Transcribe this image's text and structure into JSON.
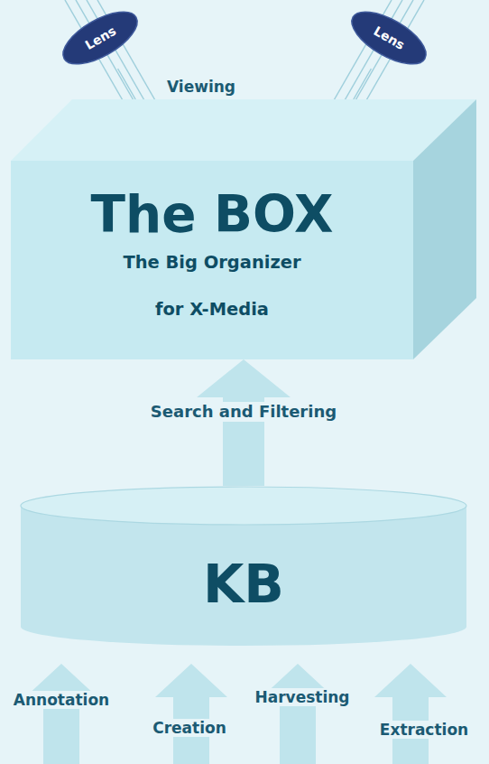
{
  "diagram": {
    "nodes": [
      {
        "text": [
          "Lens"
        ]
      },
      {
        "text": [
          "Lens"
        ]
      },
      {
        "text": [
          "The BOX",
          "The Big Organizer",
          "for X-Media"
        ]
      },
      {
        "text": [
          "KB"
        ]
      }
    ],
    "edges": [
      {
        "from": 0,
        "to": 2,
        "arrow": "none"
      },
      {
        "from": 1,
        "to": 2,
        "arrow": "none"
      },
      {
        "from": 3,
        "to": 2,
        "arrow": "to",
        "label": "Search and Filtering"
      }
    ],
    "labels": [
      "Viewing",
      "Annotation",
      "Creation",
      "Harvesting",
      "Extraction"
    ]
  }
}
